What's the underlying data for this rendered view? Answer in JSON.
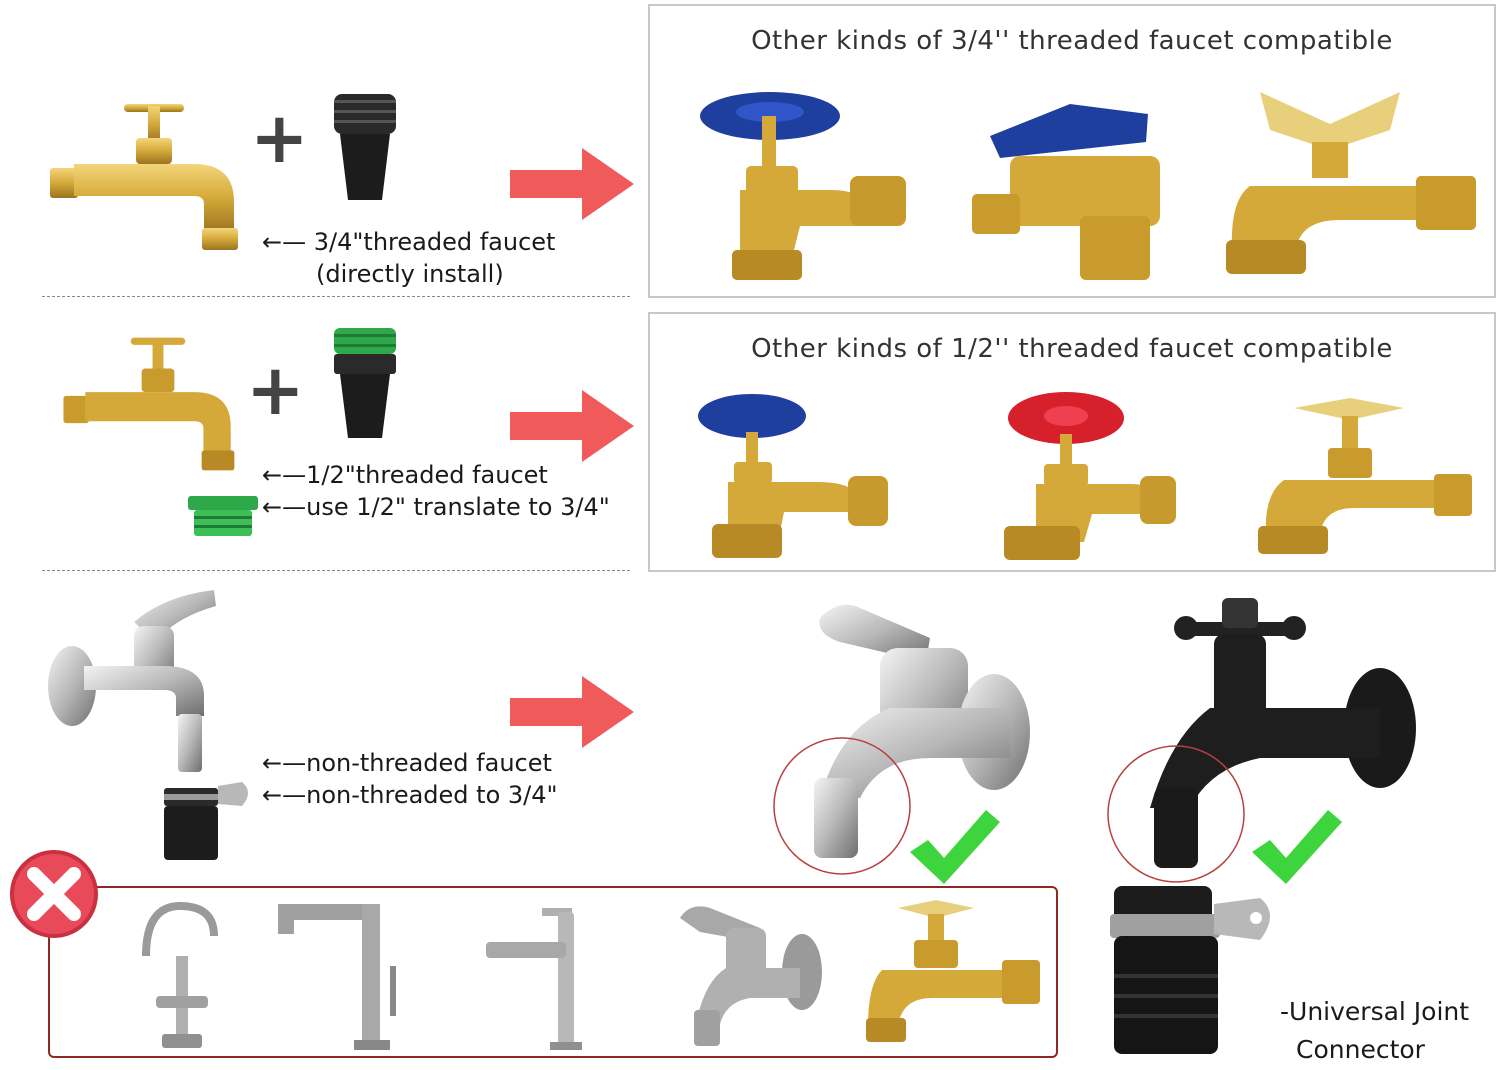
{
  "rows": [
    {
      "labels": [
        "3/4\"threaded faucet",
        "(directly install)"
      ],
      "panel_title": "Other kinds of 3/4'' threaded faucet compatible"
    },
    {
      "labels": [
        "1/2\"threaded faucet",
        "use 1/2\" translate to 3/4\""
      ],
      "panel_title": "Other kinds of 1/2'' threaded faucet compatible"
    },
    {
      "labels": [
        "non-threaded faucet",
        "non-threaded to 3/4\""
      ]
    }
  ],
  "connector_caption": [
    "-Universal Joint",
    "Connector"
  ],
  "arrow_glyph": "←",
  "plus_glyph": "+",
  "icons": {
    "plus": "plus-icon",
    "right_arrow": "right-arrow-icon",
    "check": "checkmark-icon",
    "reject": "reject-x-icon"
  },
  "colors": {
    "arrow": "#f05a5a",
    "check": "#3dd43d",
    "reject": "#e84a5a",
    "brass": "#d4a93a",
    "panel_border": "#c8c8c8",
    "reject_box": "#8a2a22"
  }
}
